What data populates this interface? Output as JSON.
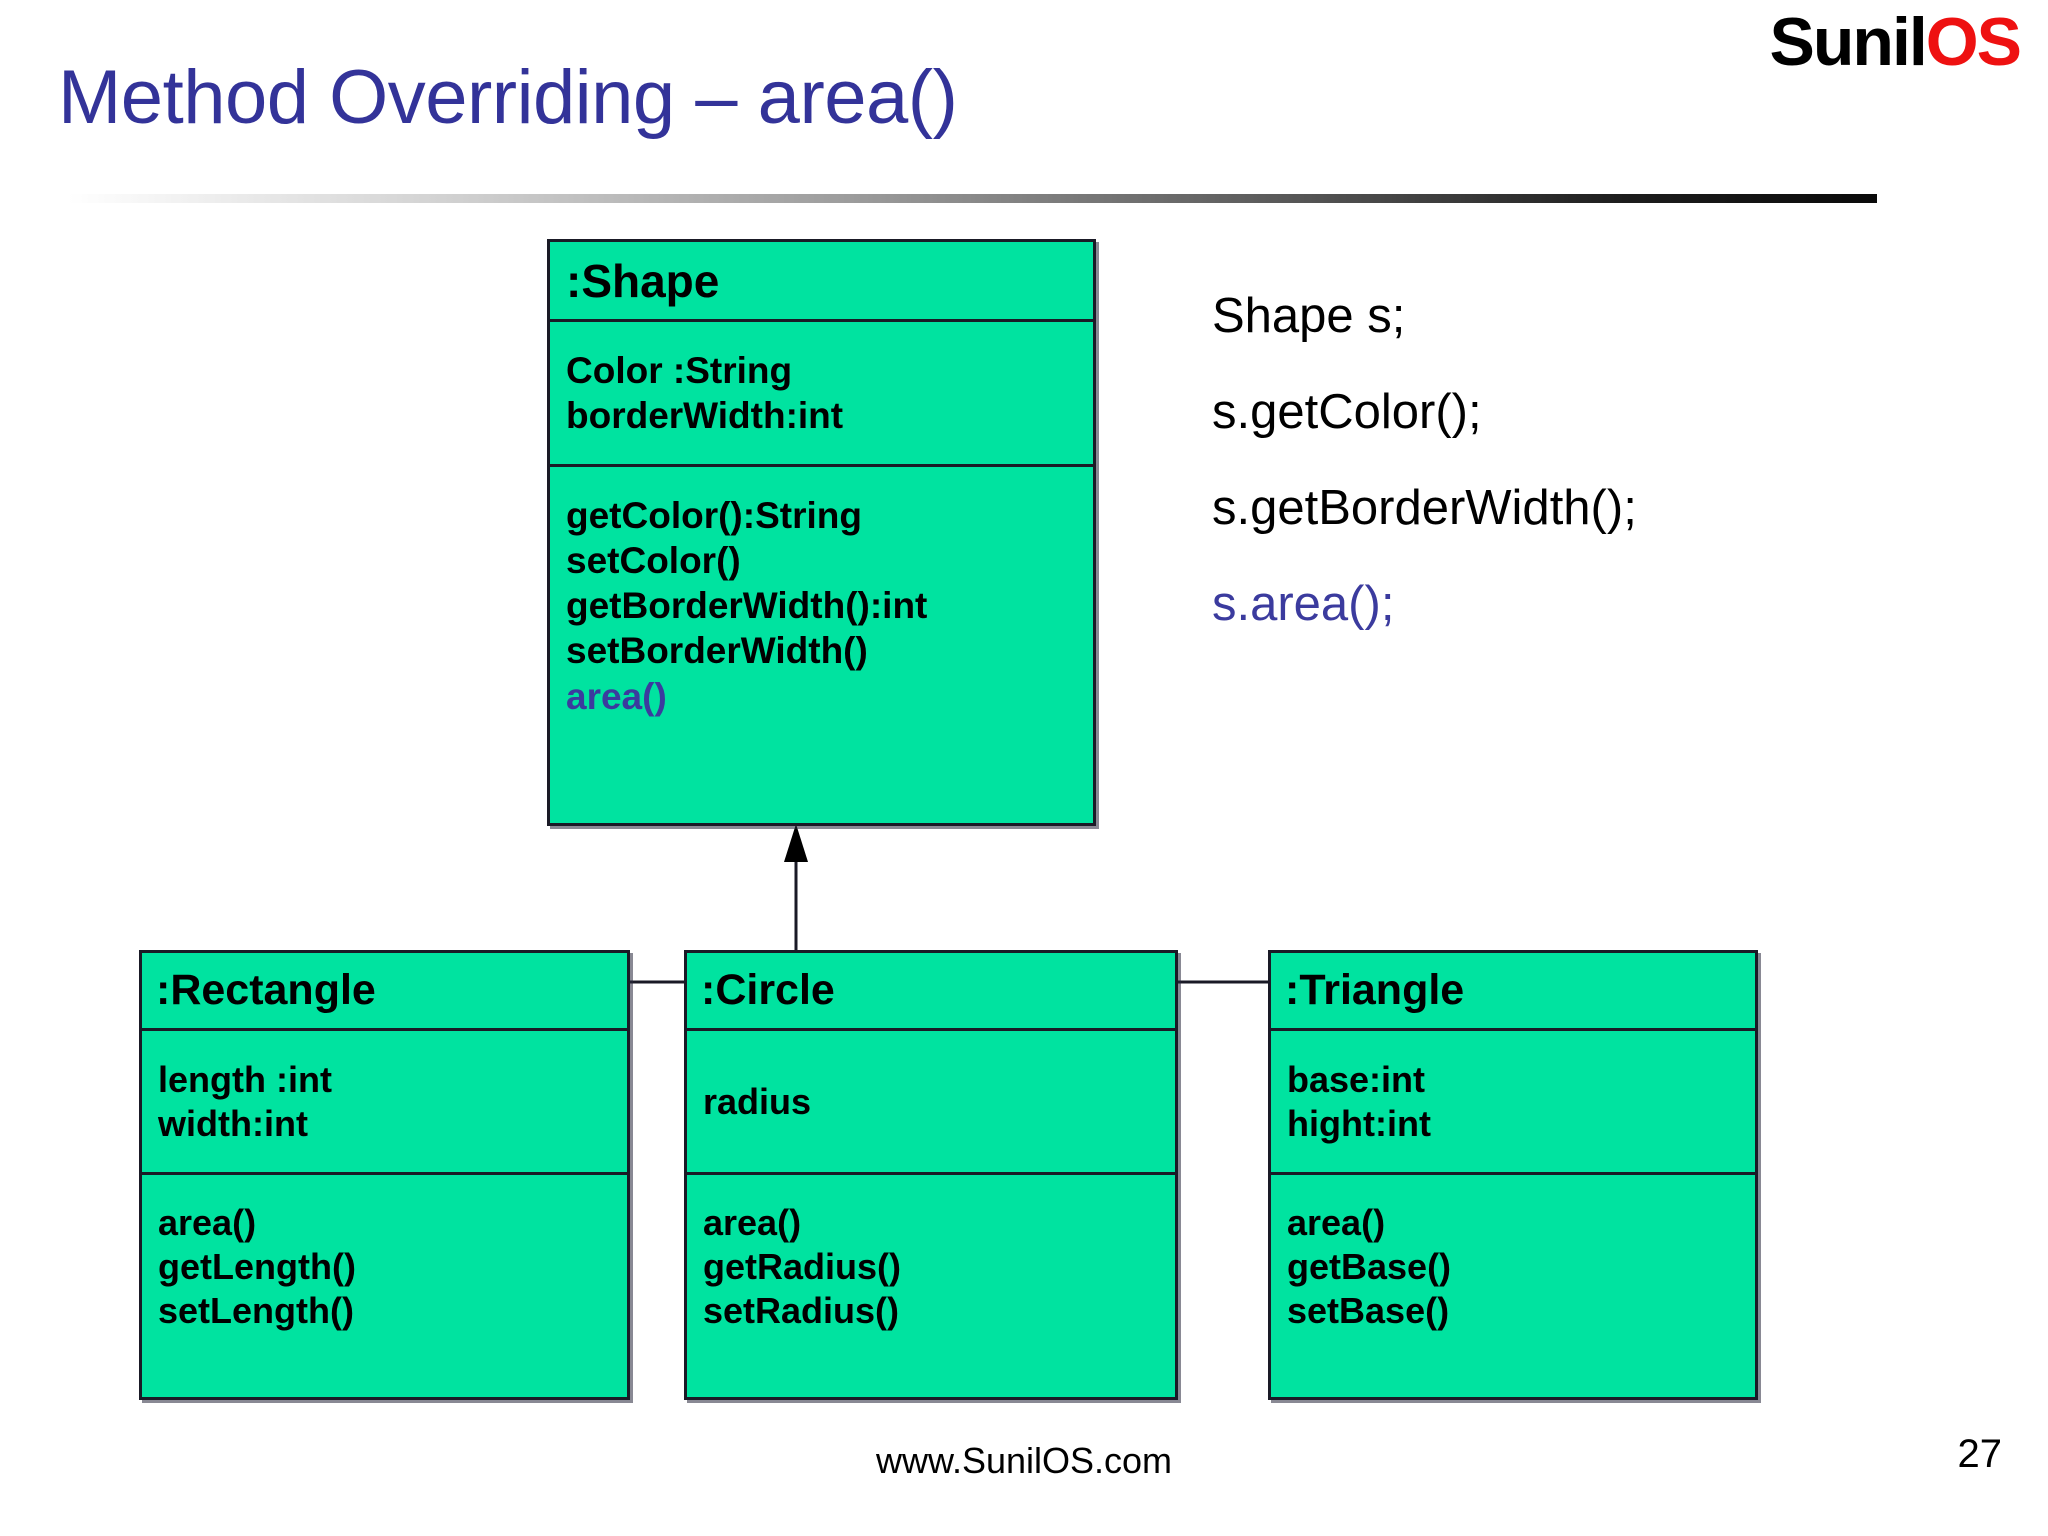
{
  "slide": {
    "title": "Method Overriding – area()",
    "page_number": "27",
    "footer_url": "www.SunilOS.com",
    "accent_color": "#333399",
    "box_fill_color": "#00E3A0",
    "highlight_color": "#3B3B9E"
  },
  "logo": {
    "primary": "Sunil",
    "secondary": "OS",
    "primary_color": "#000000",
    "secondary_color": "#EE1111"
  },
  "diagram": {
    "type": "uml-class-diagram",
    "relationship": "generalization",
    "superclass": {
      "name": ":Shape",
      "attributes": [
        "Color :String",
        "borderWidth:int"
      ],
      "operations": [
        {
          "text": "getColor():String",
          "highlighted": false
        },
        {
          "text": "setColor()",
          "highlighted": false
        },
        {
          "text": "getBorderWidth():int",
          "highlighted": false
        },
        {
          "text": "setBorderWidth()",
          "highlighted": false
        },
        {
          "text": "area()",
          "highlighted": true
        }
      ]
    },
    "subclasses": [
      {
        "name": ":Rectangle",
        "attributes": [
          "length :int",
          "width:int"
        ],
        "operations": [
          "area()",
          "getLength()",
          "setLength()"
        ]
      },
      {
        "name": ":Circle",
        "attributes": [
          "radius"
        ],
        "operations": [
          "area()",
          "getRadius()",
          "setRadius()"
        ]
      },
      {
        "name": ":Triangle",
        "attributes": [
          "base:int",
          "hight:int"
        ],
        "operations": [
          "area()",
          "getBase()",
          "setBase()"
        ]
      }
    ]
  },
  "code_sample": {
    "lines": [
      {
        "text": "Shape s;",
        "highlighted": false
      },
      {
        "text": "s.getColor();",
        "highlighted": false
      },
      {
        "text": "s.getBorderWidth();",
        "highlighted": false
      },
      {
        "text": "s.area();",
        "highlighted": true
      }
    ]
  }
}
